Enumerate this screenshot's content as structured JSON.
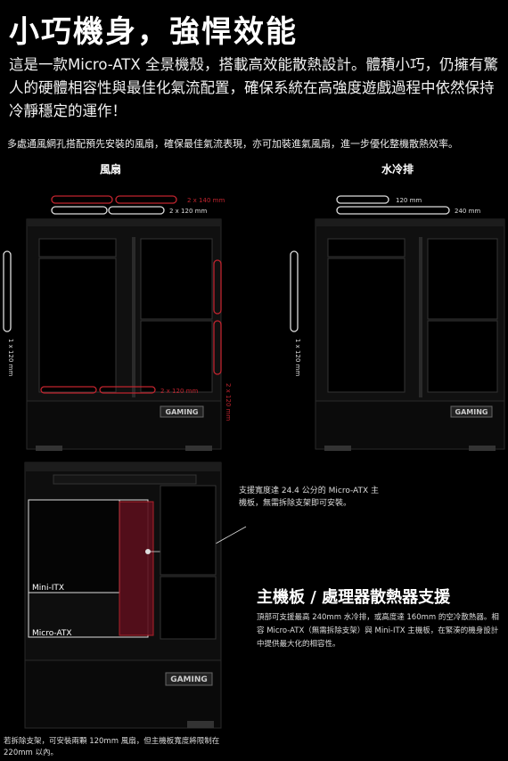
{
  "title": "小巧機身，強悍效能",
  "intro": "這是一款Micro-ATX 全景機殼，搭載高效能散熱設計。體積小巧，仍擁有驚人的硬體相容性與最佳化氣流配置，確保系統在高強度遊戲過程中依然保持冷靜穩定的運作！",
  "airflow_desc": "多處通風網孔搭配預先安裝的風扇，確保最佳氣流表現，亦可加裝進氣風扇，進一步優化整機散熱效率。",
  "fan_section": {
    "title": "風扇",
    "label_top_red": "2 x 140 mm",
    "label_top_white": "2 x 120 mm",
    "label_bottom": "2 x 120 mm",
    "label_side": "2 x 120 mm",
    "label_rear": "1 x 120 mm"
  },
  "water_section": {
    "title": "水冷排",
    "label_top_120": "120 mm",
    "label_top_240": "240 mm",
    "label_rear": "1 x 120 mm"
  },
  "case_badge": "GAMING",
  "mb_section": {
    "support_note": "支援寬度達 24.4 公分的 Micro-ATX 主機板，無需拆除支架即可安裝。",
    "label_mini_itx": "Mini-ITX",
    "label_micro_atx": "Micro-ATX",
    "title": "主機板 / 處理器散熱器支援",
    "desc": "頂部可支援最高 240mm 水冷排，或高度達 160mm 的空冷散熱器。相容 Micro-ATX（無需拆除支架）與 Mini-ITX 主機板，在緊湊的機身設計中提供最大化的相容性。",
    "bottom_note": "若拆除支架，可安裝兩顆 120mm 風扇，但主機板寬度將限制在 220mm 以內。"
  },
  "colors": {
    "accent_red": "#c0242e",
    "bracket_fill": "#5a0f1c"
  }
}
